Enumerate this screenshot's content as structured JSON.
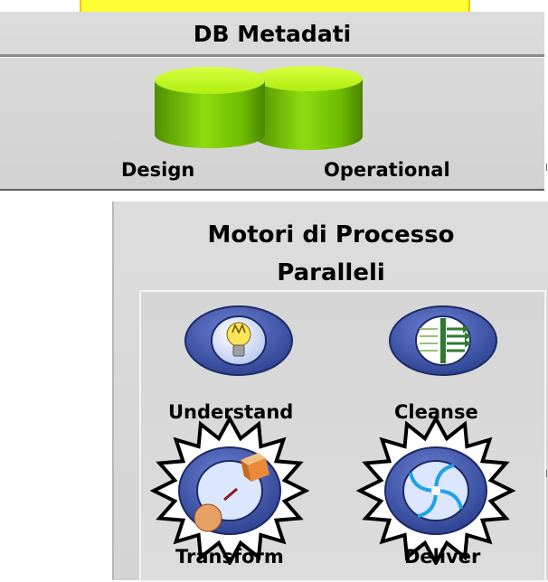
{
  "db_panel": {
    "title": "DB Metadati",
    "labels": {
      "design": "Design",
      "operational": "Operational"
    }
  },
  "motori_panel": {
    "title_line1": "Motori di Processo",
    "title_line2": "Paralleli",
    "engines": [
      {
        "label": "Understand",
        "icon": "lightbulb-icon"
      },
      {
        "label": "Cleanse",
        "icon": "filter-arrows-icon"
      },
      {
        "label": "Transform",
        "icon": "sphere-to-cube-icon"
      },
      {
        "label": "Deliver",
        "icon": "swirl-arrows-icon"
      }
    ]
  },
  "colors": {
    "accent_yellow": "#ffff33",
    "cylinder_green": "#7fd000",
    "button_blue": "#3d51a6",
    "panel_gray": "#d9d9d9"
  }
}
